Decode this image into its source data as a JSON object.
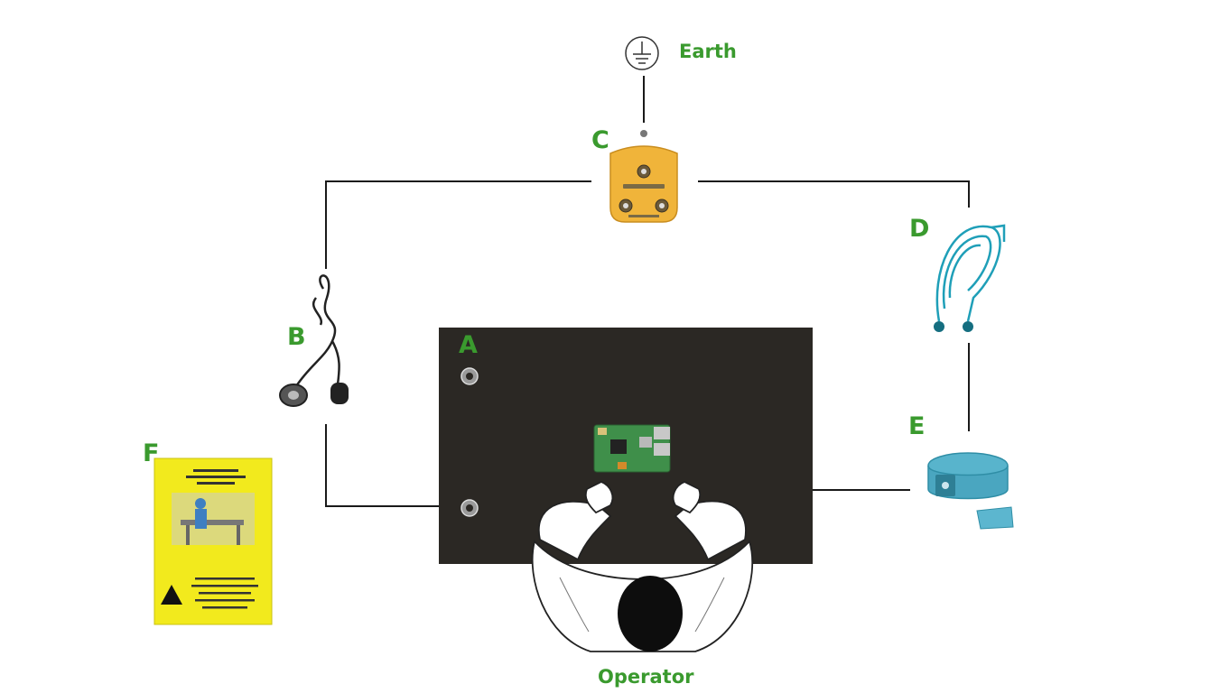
{
  "labels": {
    "earth": "Earth",
    "a": "A",
    "b": "B",
    "c": "C",
    "d": "D",
    "e": "E",
    "f": "F",
    "operator": "Operator"
  },
  "colors": {
    "label_green": "#3a9a2e",
    "mat": "#2b2824",
    "earth_plug": "#f0b43a",
    "coil_cord": "#1f9fb8",
    "wrist_strap": "#58b4cc",
    "booklet": "#f2ea1d",
    "wire": "#1a1a1a"
  },
  "icons": {
    "earth_symbol": "earth-ground-icon",
    "esd_warning": "esd-warning-icon"
  }
}
